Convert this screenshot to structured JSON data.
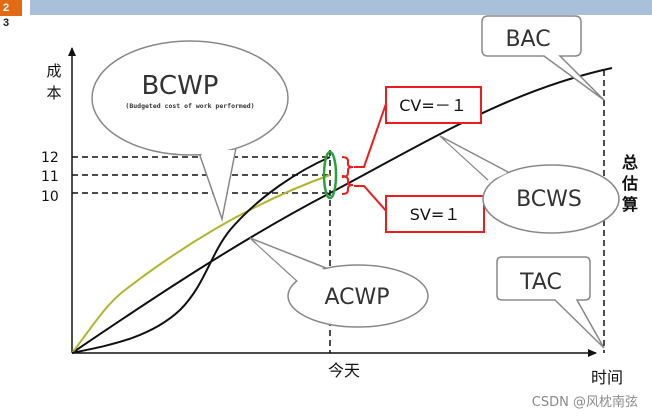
{
  "slide_number": [
    "2",
    "3"
  ],
  "axes": {
    "y_label": [
      "成",
      "本"
    ],
    "x_label": "时间",
    "today_label": "今天",
    "y_ticks": [
      "12",
      "11",
      "10"
    ],
    "right_label": [
      "总",
      "估",
      "算"
    ]
  },
  "callouts": {
    "bcwp": {
      "title": "BCWP",
      "subtitle": "(Budgeted cost of work performed)"
    },
    "bac": "BAC",
    "cv": "CV=－１",
    "sv": "SV=１",
    "bcws": "BCWS",
    "tac": "TAC",
    "acwp": "ACWP"
  },
  "colors": {
    "bcwp_curve": "#b5b32a",
    "highlight_red": "#ee1c1c",
    "ellipse_green": "#27a23d",
    "header_bar": "#a9c0da",
    "slide_badge": "#e26a12"
  },
  "watermark": "CSDN @风枕南弦"
}
